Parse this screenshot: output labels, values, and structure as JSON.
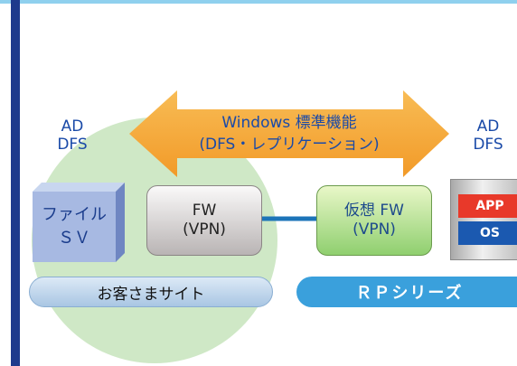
{
  "left_label": {
    "line1": "AD",
    "line2": "DFS"
  },
  "right_label": {
    "line1": "AD",
    "line2": "DFS"
  },
  "arrow": {
    "line1": "Windows 標準機能",
    "line2": "(DFS・レプリケーション)"
  },
  "file_server": {
    "line1": "ファイル",
    "line2": "ＳＶ"
  },
  "fw_box": {
    "line1": "FW",
    "line2": "(VPN)"
  },
  "vfw_box": {
    "line1": "仮想 FW",
    "line2": "(VPN)"
  },
  "server_icon": {
    "app": "APP",
    "os": "OS"
  },
  "customer_site": "お客さまサイト",
  "rp_series": "ＲＰシリーズ",
  "colors": {
    "accent_blue": "#1a4aa8",
    "arrow_orange": "#f6a83a",
    "rp_blue": "#3aa0dc",
    "site_green": "#cfe8c6"
  }
}
